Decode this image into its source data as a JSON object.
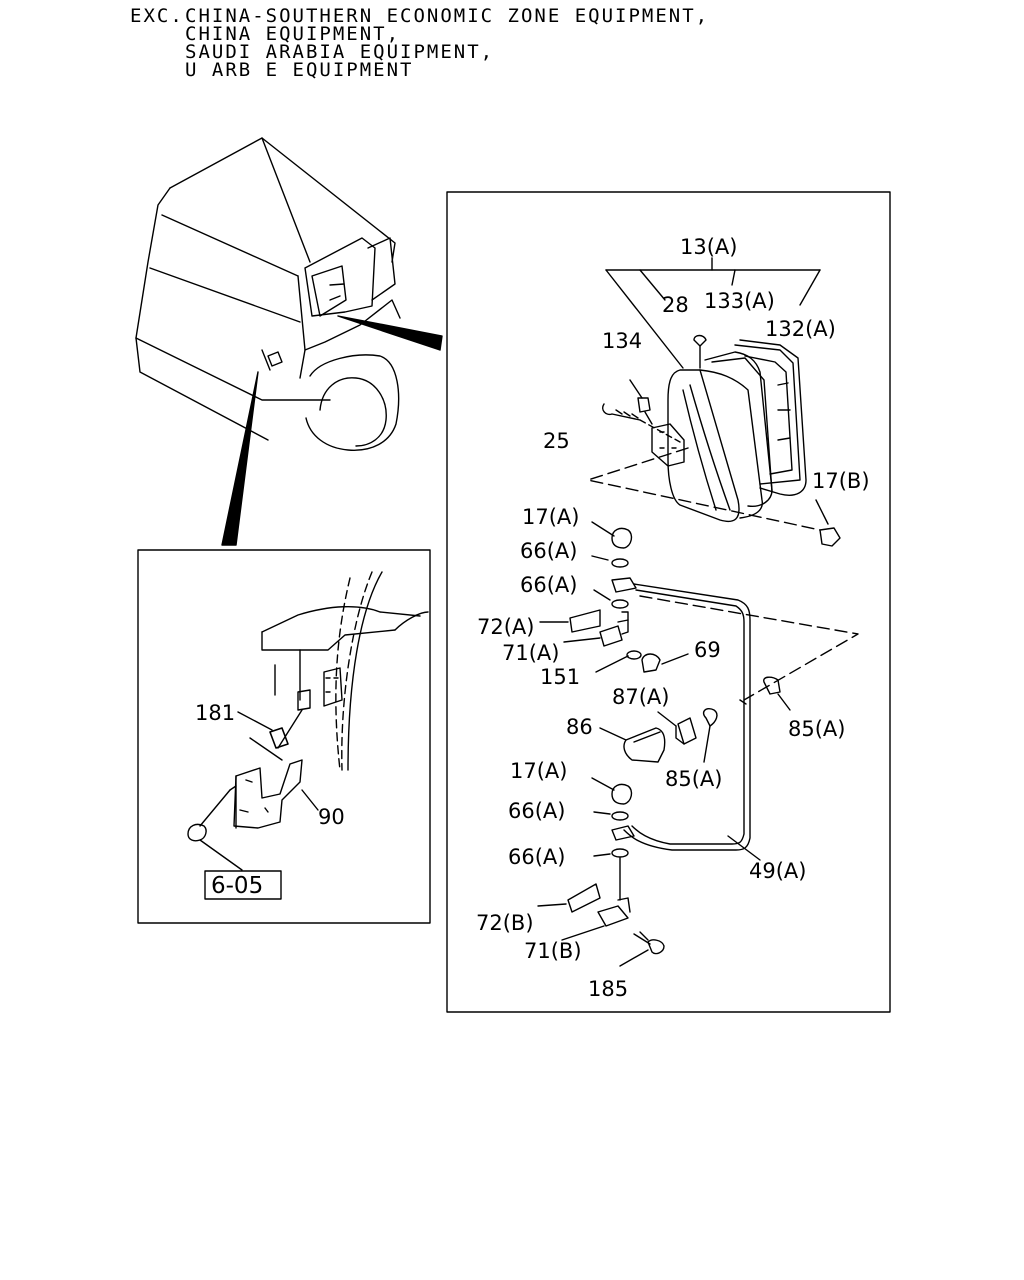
{
  "header": {
    "prefix": "EXC.",
    "lines": [
      "CHINA-SOUTHERN ECONOMIC ZONE EQUIPMENT,",
      "CHINA EQUIPMENT,",
      "SAUDI ARABIA EQUIPMENT,",
      "U ARB E EQUIPMENT"
    ]
  },
  "callouts": {
    "c13a": "13(A)",
    "c28": "28",
    "c133a": "133(A)",
    "c132a": "132(A)",
    "c134": "134",
    "c25": "25",
    "c17b": "17(B)",
    "c17a_1": "17(A)",
    "c66a_1": "66(A)",
    "c66a_2": "66(A)",
    "c72a": "72(A)",
    "c71a": "71(A)",
    "c69": "69",
    "c151": "151",
    "c87a": "87(A)",
    "c86": "86",
    "c85a_1": "85(A)",
    "c85a_2": "85(A)",
    "c17a_2": "17(A)",
    "c66a_3": "66(A)",
    "c66a_4": "66(A)",
    "c49a": "49(A)",
    "c72b": "72(B)",
    "c71b": "71(B)",
    "c185": "185",
    "c181": "181",
    "c90": "90",
    "ref": "6-05"
  }
}
